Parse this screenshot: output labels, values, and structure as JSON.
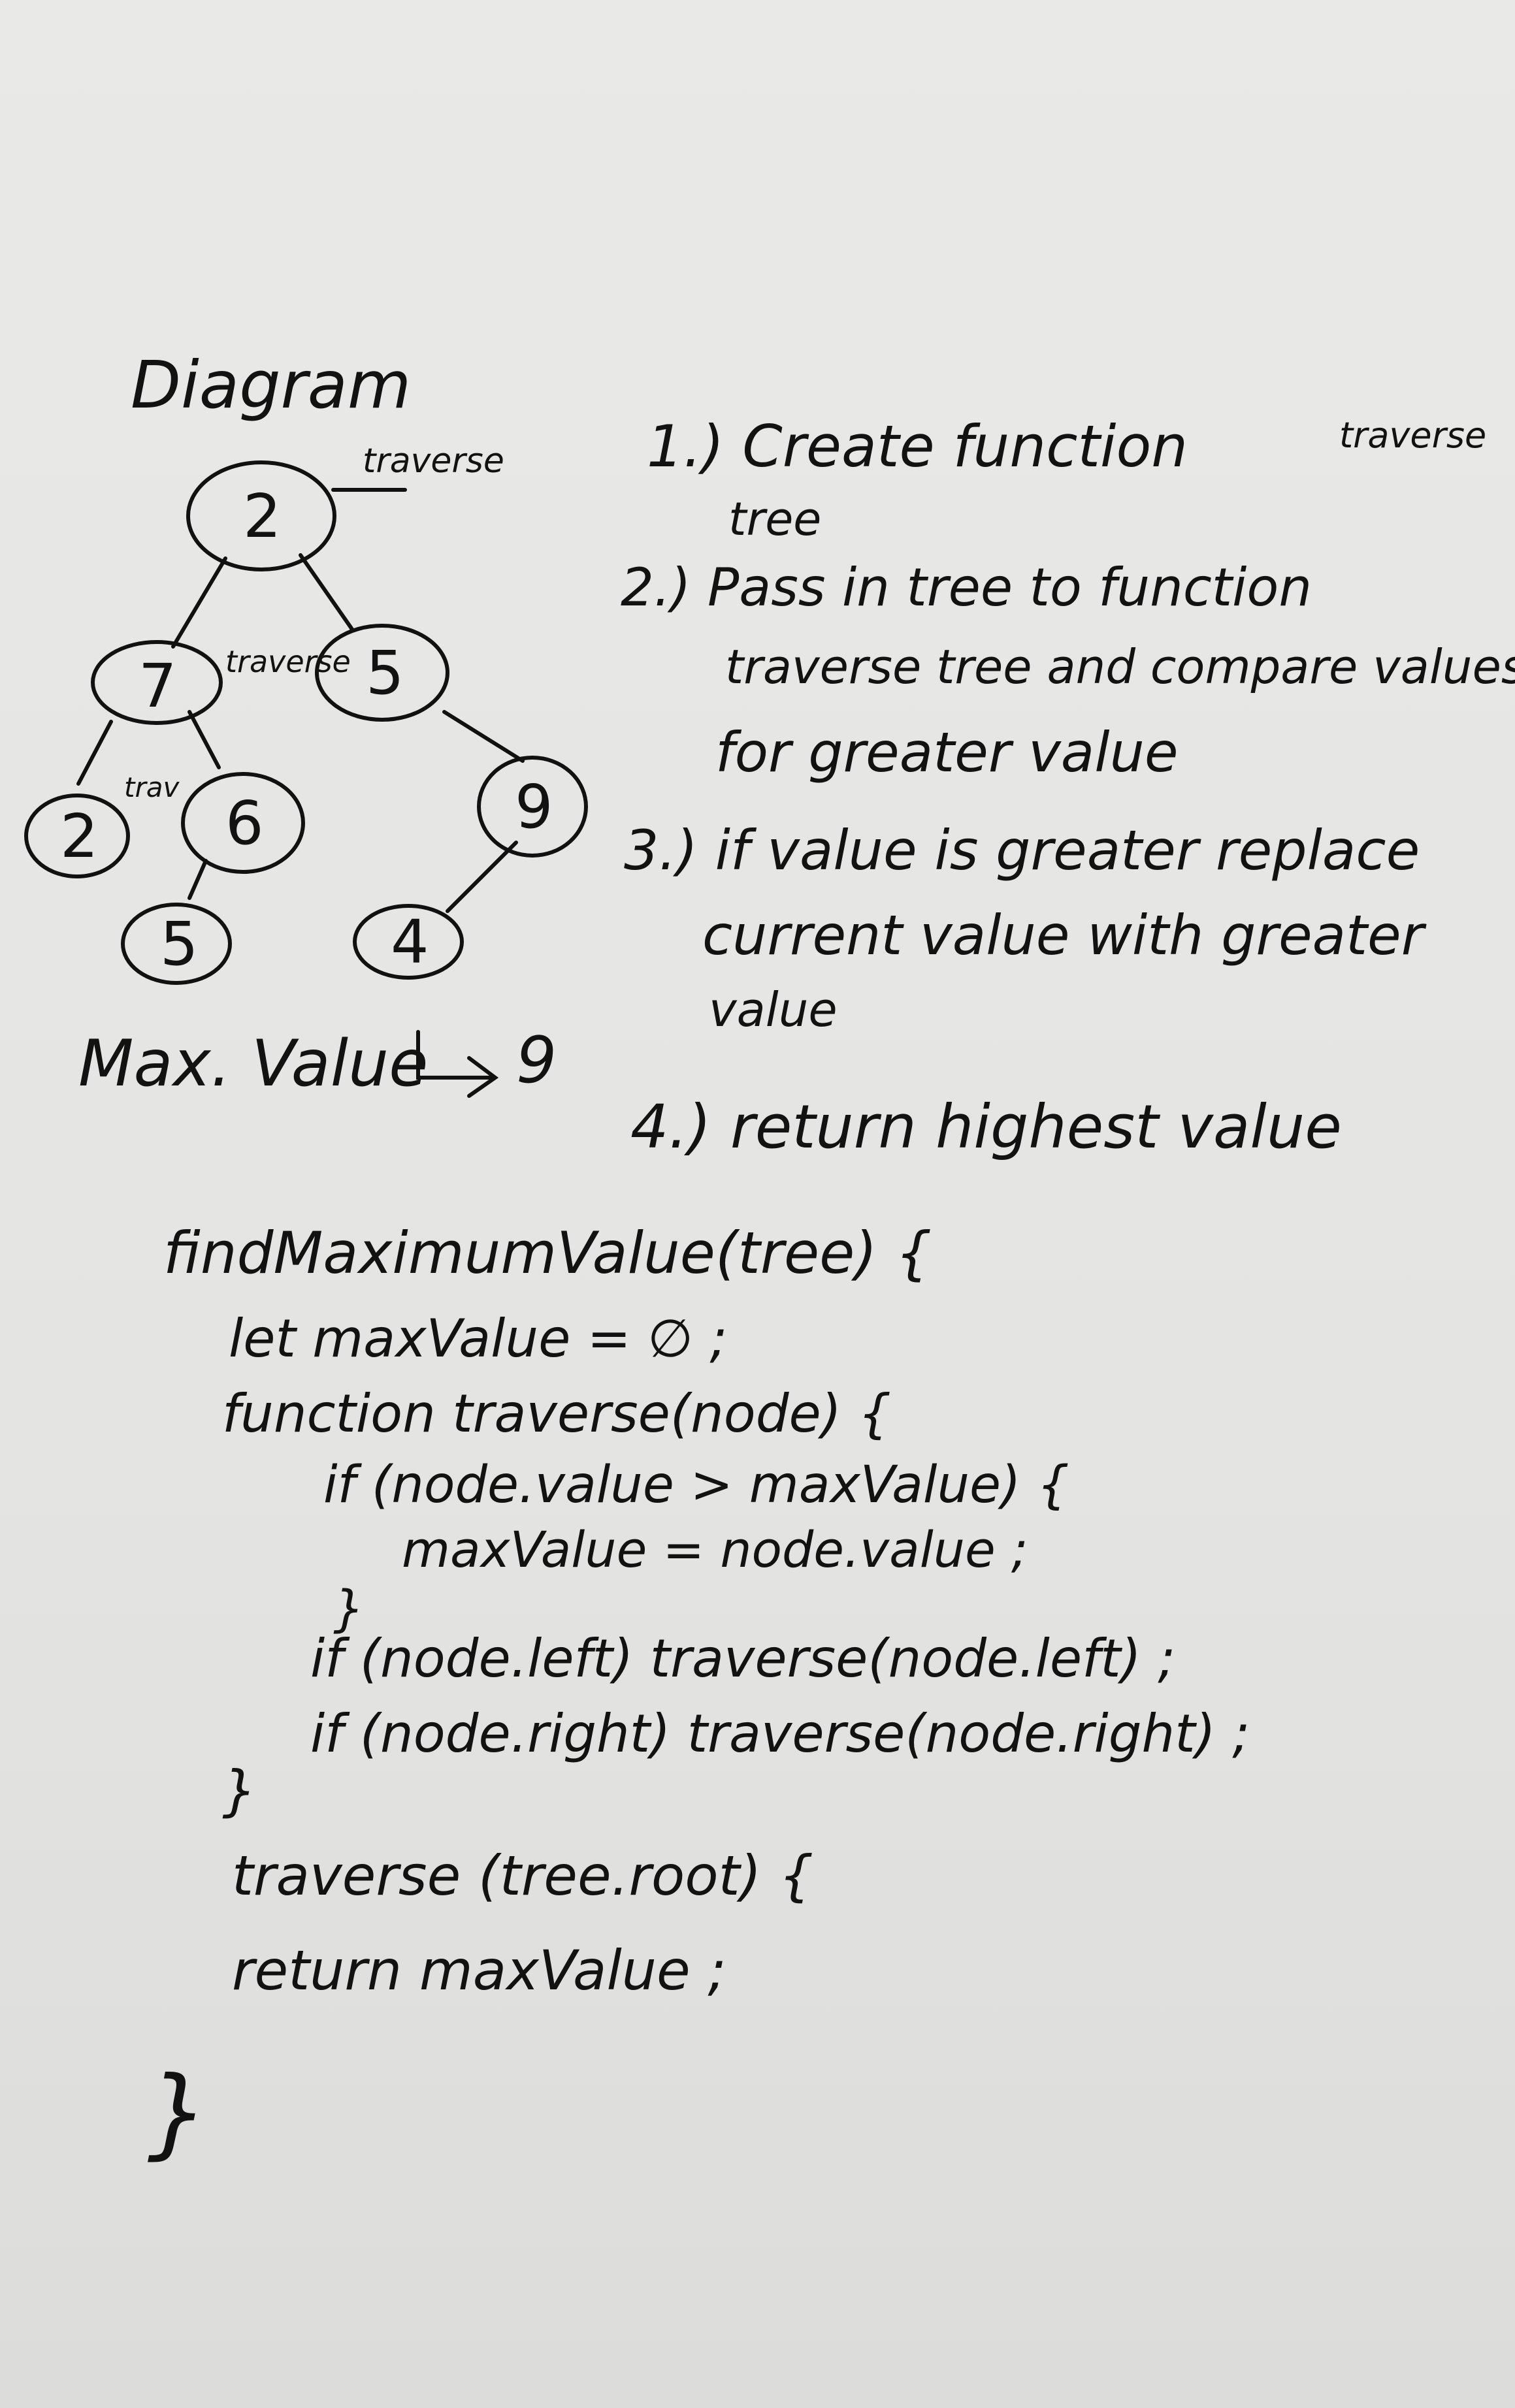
{
  "diagram": {
    "title": "Diagram",
    "nodes": [
      "2",
      "7",
      "5",
      "2",
      "6",
      "9",
      "5",
      "4"
    ],
    "edge_labels": [
      "traverse",
      "traverse",
      "trav"
    ],
    "max_value_label": "Max. Value",
    "max_value": "9"
  },
  "steps": {
    "s1_line1": "1.) Create function",
    "s1_note": "traverse",
    "s1_line2": "tree",
    "s2_line1": "2.) Pass in tree to function",
    "s2_line2": "traverse tree and compare values",
    "s2_line3": "for greater value",
    "s3_line1": "3.) if value is greater replace",
    "s3_line2": "current value with greater",
    "s3_line3": "value",
    "s4_line1": "4.) return highest value"
  },
  "code": {
    "l1": "findMaximumValue(tree) {",
    "l2": "let maxValue = ∅ ;",
    "l3": "function traverse(node) {",
    "l4": "if (node.value > maxValue) {",
    "l5": "maxValue = node.value ;",
    "l6": "}",
    "l7": "if (node.left) traverse(node.left) ;",
    "l8": "if (node.right) traverse(node.right) ;",
    "l9": "}",
    "l10": "traverse (tree.root) {",
    "l11": "return maxValue ;",
    "l12": "}"
  }
}
